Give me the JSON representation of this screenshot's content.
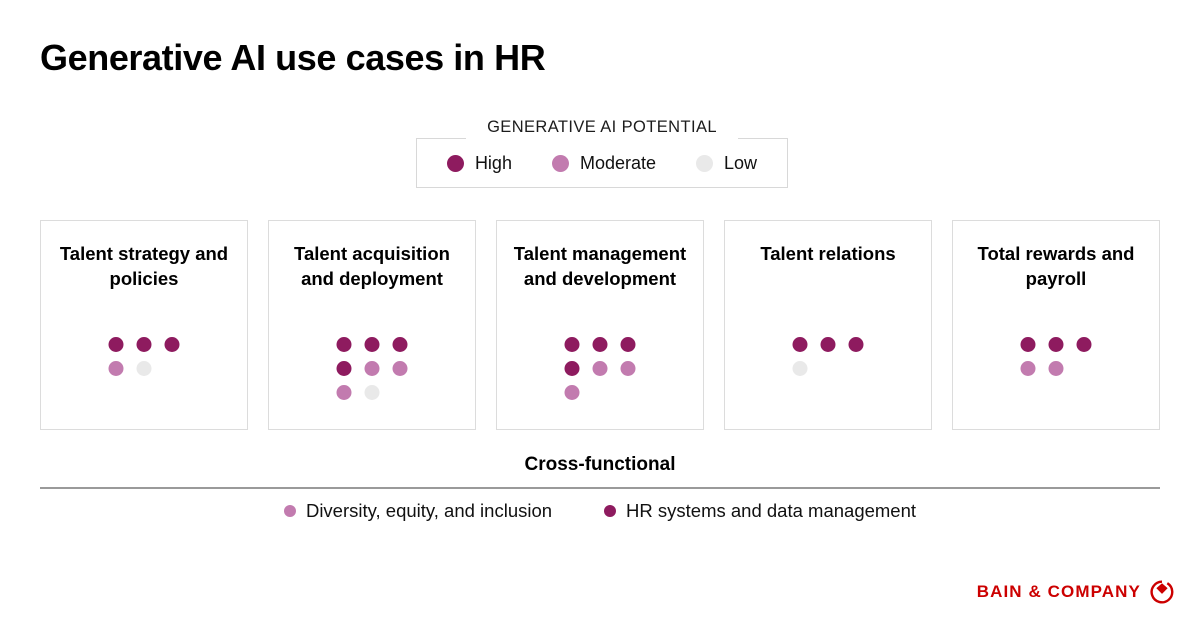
{
  "title": "Generative AI use cases in HR",
  "colors": {
    "high": "#8E1B5F",
    "moderate": "#C27BAF",
    "low": "#E9E9E9",
    "brand_red": "#CC0000",
    "rule": "#9A9A9A",
    "card_border": "#DCDCDC"
  },
  "legend": {
    "title": "GENERATIVE AI POTENTIAL",
    "items": [
      {
        "label": "High",
        "color": "#8E1B5F",
        "level": "high"
      },
      {
        "label": "Moderate",
        "color": "#C27BAF",
        "level": "moderate"
      },
      {
        "label": "Low",
        "color": "#E9E9E9",
        "level": "low"
      }
    ]
  },
  "cards": [
    {
      "title": "Talent strategy and policies",
      "dot_rows": [
        [
          "high",
          "high",
          "high"
        ],
        [
          "moderate",
          "low"
        ]
      ]
    },
    {
      "title": "Talent acquisition and deployment",
      "dot_rows": [
        [
          "high",
          "high",
          "high"
        ],
        [
          "high",
          "moderate",
          "moderate"
        ],
        [
          "moderate",
          "low"
        ]
      ]
    },
    {
      "title": "Talent management and development",
      "dot_rows": [
        [
          "high",
          "high",
          "high"
        ],
        [
          "high",
          "moderate",
          "moderate"
        ],
        [
          "moderate"
        ]
      ]
    },
    {
      "title": "Talent relations",
      "dot_rows": [
        [
          "high",
          "high",
          "high"
        ],
        [
          "low"
        ]
      ]
    },
    {
      "title": "Total rewards and payroll",
      "dot_rows": [
        [
          "high",
          "high",
          "high"
        ],
        [
          "moderate",
          "moderate"
        ]
      ]
    }
  ],
  "cross_functional": {
    "title": "Cross-functional",
    "items": [
      {
        "label": "Diversity, equity, and inclusion",
        "color": "#C27BAF",
        "level": "moderate"
      },
      {
        "label": "HR systems and data management",
        "color": "#8E1B5F",
        "level": "high"
      }
    ]
  },
  "brand": {
    "name": "BAIN & COMPANY",
    "mark": "bain-circle-mark"
  }
}
